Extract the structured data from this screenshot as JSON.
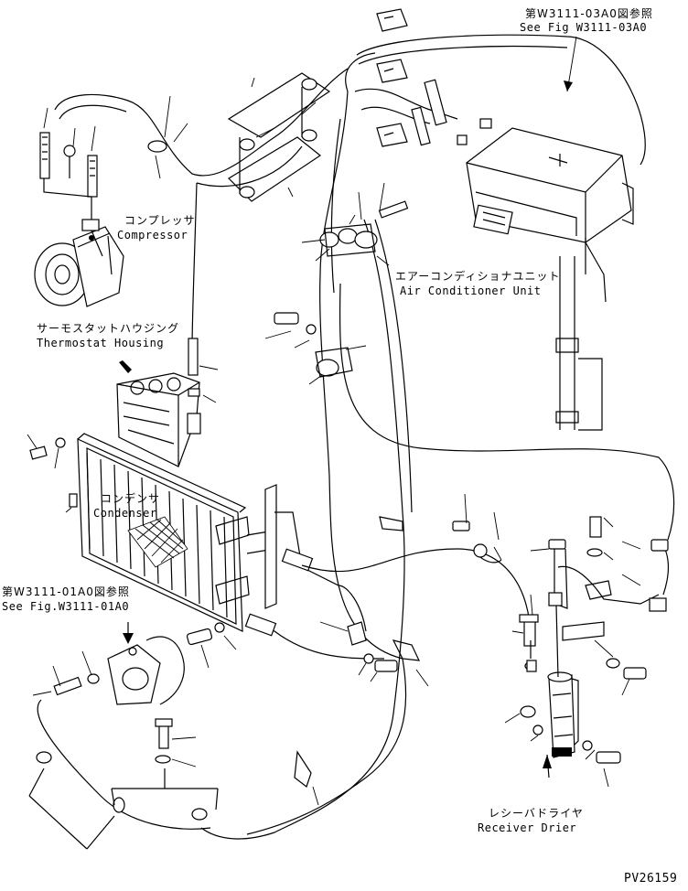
{
  "labels": {
    "ref_top": {
      "jp": "第W3111-03A0図参照",
      "en": "See Fig W3111-03A0"
    },
    "compressor": {
      "jp": "コンプレッサ",
      "en": "Compressor"
    },
    "air_conditioner_unit": {
      "jp": "エアーコンディショナユニット",
      "en": "Air Conditioner Unit"
    },
    "thermostat_housing": {
      "jp": "サーモスタットハウジング",
      "en": "Thermostat Housing"
    },
    "condenser": {
      "jp": "コンデンサ",
      "en": "Condenser"
    },
    "ref_left": {
      "jp": "第W3111-01A0図参照",
      "en": "See Fig.W3111-01A0"
    },
    "receiver_drier": {
      "jp": "レシーバドライヤ",
      "en": "Receiver Drier"
    }
  },
  "drawing_number": "PV26159"
}
